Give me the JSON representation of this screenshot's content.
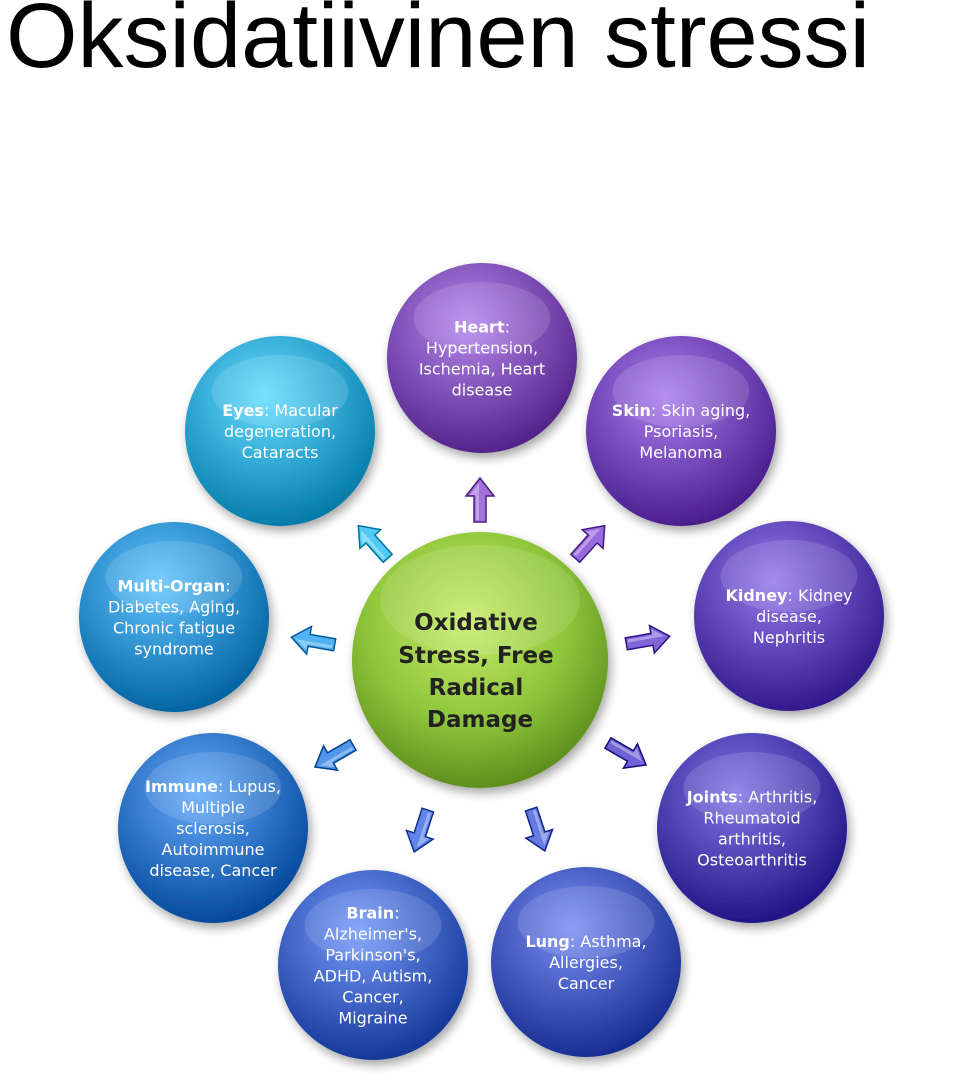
{
  "title": "Oksidatiivinen stressi",
  "center": {
    "lines": [
      "Oxidative",
      "Stress, Free",
      "Radical",
      "Damage"
    ],
    "color": "#8fc63a"
  },
  "nodes": [
    {
      "id": "heart",
      "organ": "Heart",
      "lines": [
        "Hypertension,",
        "Ischemia, Heart",
        "disease"
      ],
      "color": "#7e4fb5"
    },
    {
      "id": "skin",
      "organ": "Skin",
      "lines": [
        "Psoriasis,",
        "Melanoma"
      ],
      "first_rest": "Skin aging,",
      "color": "#7448b8"
    },
    {
      "id": "kidney",
      "organ": "Kidney",
      "first_rest": "Kidney",
      "lines": [
        "disease,",
        "Nephritis"
      ],
      "color": "#5d44b6"
    },
    {
      "id": "joints",
      "organ": "Joints",
      "first_rest": "Arthritis,",
      "lines": [
        "Rheumatoid",
        "arthritis,",
        "Osteoarthritis"
      ],
      "color": "#4b40b0"
    },
    {
      "id": "lung",
      "organ": "Lung",
      "first_rest": "Asthma,",
      "lines": [
        "Allergies,",
        "Cancer"
      ],
      "color": "#4358bd"
    },
    {
      "id": "brain",
      "organ": "Brain",
      "first_rest": "",
      "lines": [
        "Alzheimer's,",
        "Parkinson's,",
        "ADHD, Autism,",
        "Cancer,",
        "Migraine"
      ],
      "color": "#3f63c4"
    },
    {
      "id": "immune",
      "organ": "Immune",
      "first_rest": "Lupus,",
      "lines": [
        "Multiple",
        "sclerosis,",
        "Autoimmune",
        "disease, Cancer"
      ],
      "color": "#2f74c6"
    },
    {
      "id": "multi-organ",
      "organ": "Multi-Organ",
      "first_rest": "",
      "lines": [
        "Diabetes, Aging,",
        "Chronic fatigue",
        "syndrome"
      ],
      "color": "#2d8fcd"
    },
    {
      "id": "eyes",
      "organ": "Eyes",
      "first_rest": "Macular",
      "lines": [
        "degeneration,",
        "Cataracts"
      ],
      "color": "#2fa6d2"
    }
  ]
}
